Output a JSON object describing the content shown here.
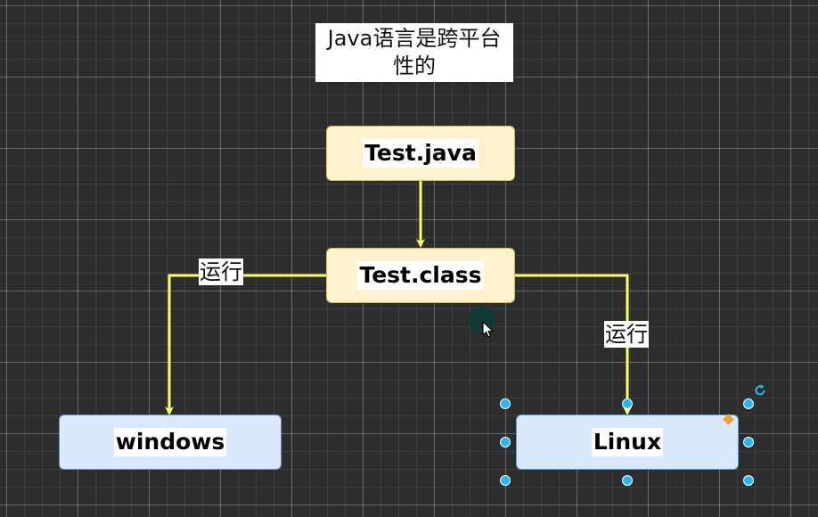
{
  "diagram": {
    "title": "Java语言是跨平台性的",
    "nodes": {
      "source": "Test.java",
      "bytecode": "Test.class",
      "windows": "windows",
      "linux": "Linux"
    },
    "edge_labels": {
      "to_windows": "运行",
      "to_linux": "运行"
    }
  },
  "colors": {
    "canvas": "#2d2d2d",
    "edge": "#ffff66",
    "node_yellow_fill": "#fff2cc",
    "node_yellow_stroke": "#d6b656",
    "node_blue_fill": "#dae8fc",
    "node_blue_stroke": "#6c8ebf",
    "selection_handle": "#29b6f2"
  },
  "icons": {
    "rotate": "rotate-icon",
    "cursor": "mouse-pointer-icon"
  }
}
